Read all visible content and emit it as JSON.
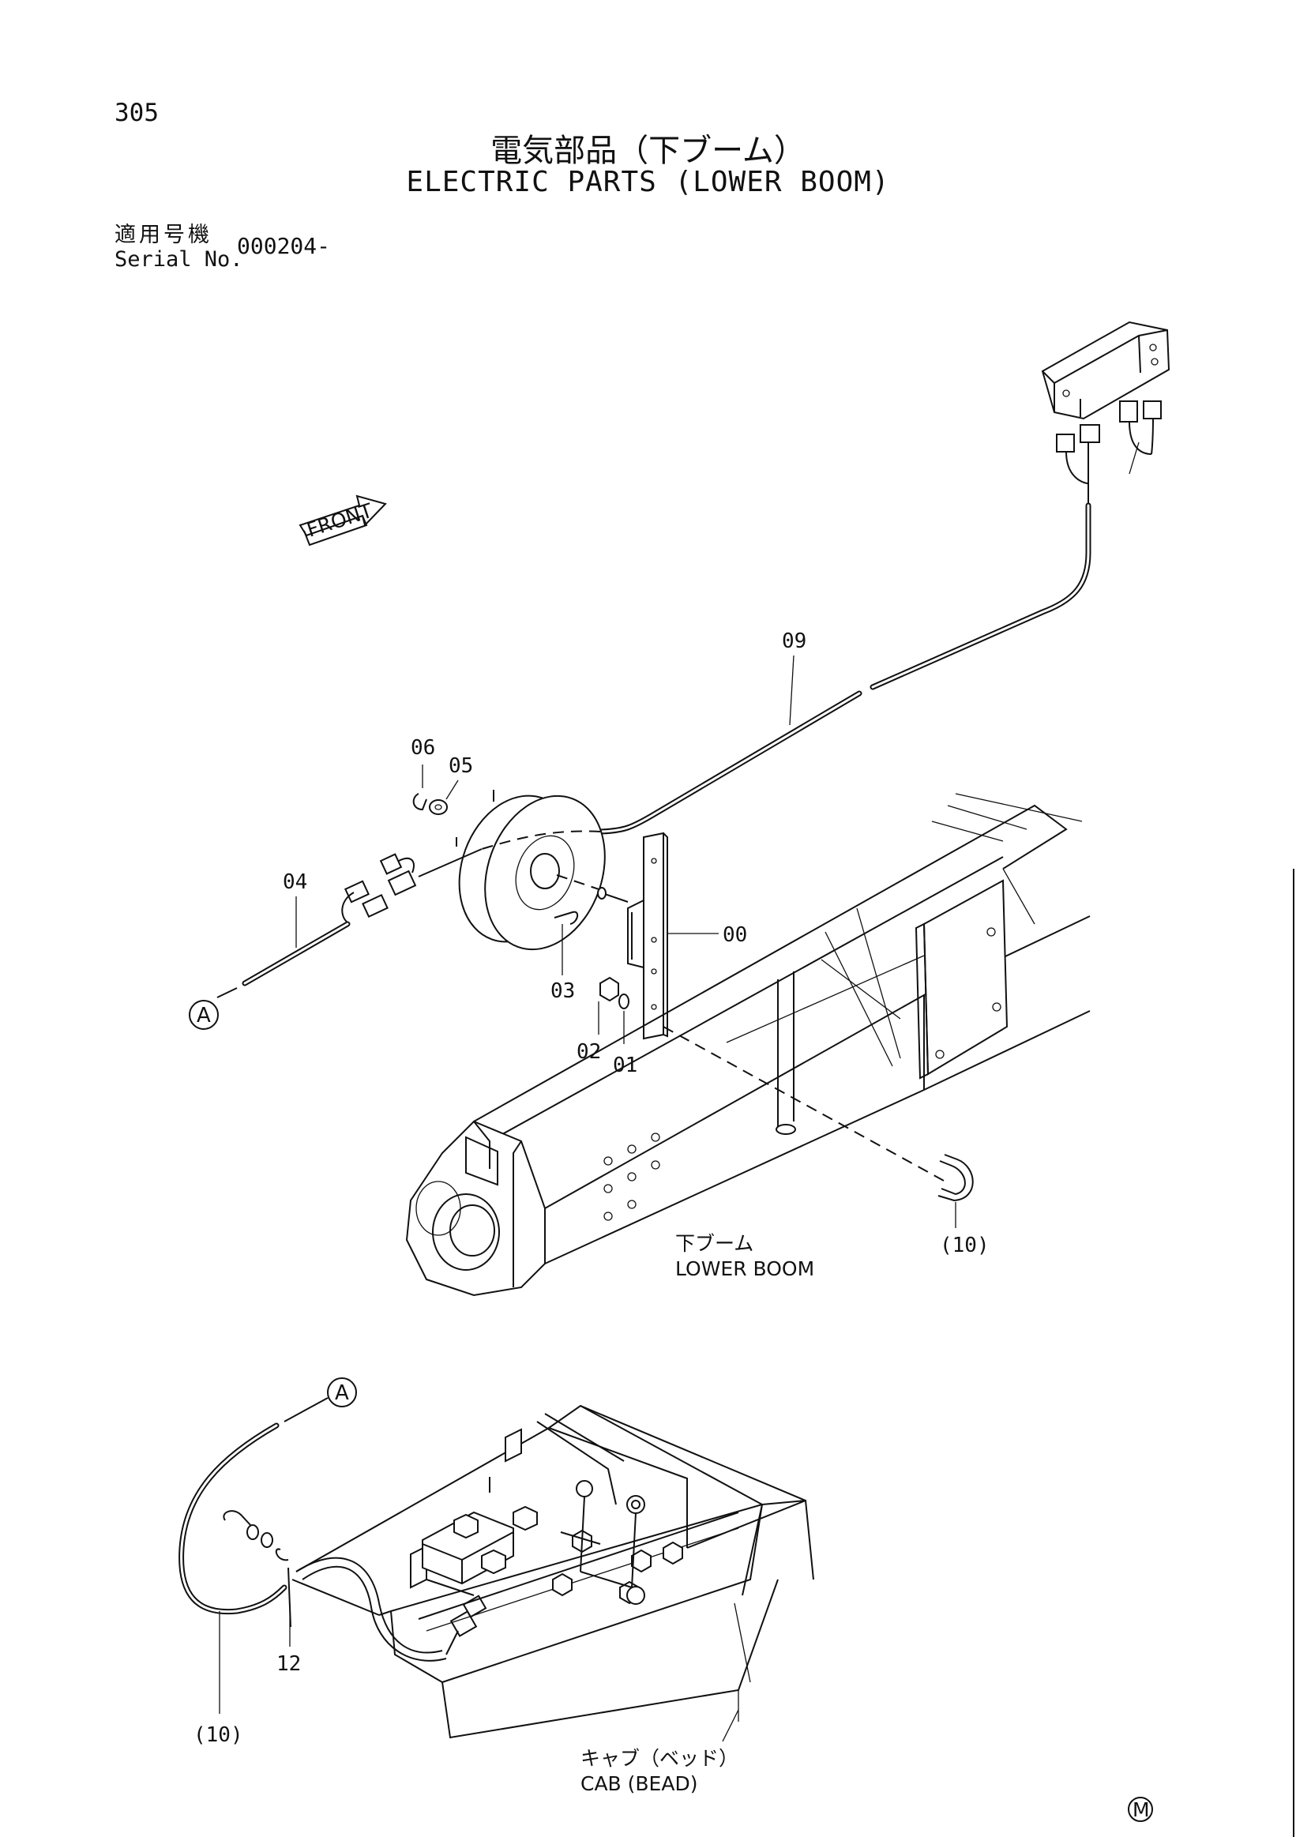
{
  "header": {
    "page_number": "305",
    "title_jp": "電気部品（下ブーム）",
    "title_en": "ELECTRIC PARTS (LOWER BOOM)",
    "serial_label_jp": "適用号機",
    "serial_label_en": "Serial No.",
    "serial_value": "000204-"
  },
  "diagram": {
    "front_label": "FRONT",
    "part_numbers": [
      "00",
      "01",
      "02",
      "03",
      "04",
      "05",
      "06",
      "09",
      "10",
      "12",
      "(10)"
    ],
    "callout_letter": "A",
    "captions": {
      "lower_boom_jp": "下ブーム",
      "lower_boom_en": "LOWER BOOM",
      "cab_jp": "キャブ（ベッド）",
      "cab_en": "CAB (BEAD)"
    },
    "corner_mark": "M"
  }
}
